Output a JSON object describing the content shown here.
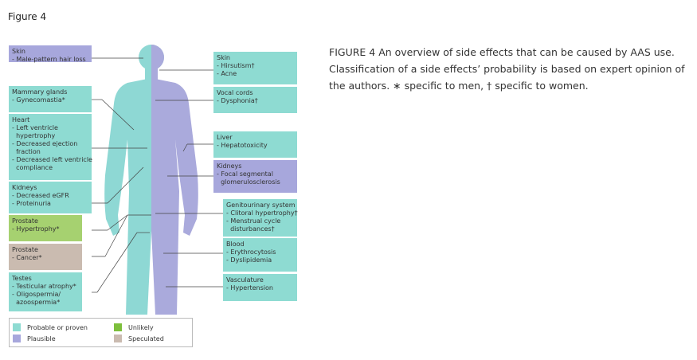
{
  "figure_label": "Figure 4",
  "colors": {
    "probable": "#8edbd2",
    "plausible": "#a7a7dc",
    "unlikely": "#a6d170",
    "speculated": "#cabbb0"
  },
  "left_boxes": [
    {
      "title": "Skin",
      "items": [
        "- Male-pattern hair loss"
      ]
    },
    {
      "title": "Mammary glands",
      "items": [
        "- Gynecomastia*"
      ]
    },
    {
      "title": "Heart",
      "items": [
        "- Left ventricle\n  hypertrophy",
        "- Decreased ejection\n  fraction",
        "- Decreased left ventricle\n  compliance"
      ]
    },
    {
      "title": "Kidneys",
      "items": [
        "- Decreased eGFR",
        "- Proteinuria"
      ]
    },
    {
      "title": "Prostate",
      "items": [
        "- Hypertrophy*"
      ]
    },
    {
      "title": "Prostate",
      "items": [
        "- Cancer*"
      ]
    },
    {
      "title": "Testes",
      "items": [
        "- Testicular atrophy*",
        "- Oligospermia/\n  azoospermia*"
      ]
    }
  ],
  "right_boxes": [
    {
      "title": "Skin",
      "items": [
        "- Hirsutism†",
        "- Acne"
      ]
    },
    {
      "title": "Vocal cords",
      "items": [
        "- Dysphonia†"
      ]
    },
    {
      "title": "Liver",
      "items": [
        "- Hepatotoxicity"
      ]
    },
    {
      "title": "Kidneys",
      "items": [
        "- Focal segmental\n  glomerulosclerosis"
      ]
    },
    {
      "title": "Genitourinary system",
      "items": [
        "- Clitoral hypertrophy†",
        "- Menstrual cycle\n  disturbances†"
      ]
    },
    {
      "title": "Blood",
      "items": [
        "- Erythrocytosis",
        "- Dyslipidemia"
      ]
    },
    {
      "title": "Vasculature",
      "items": [
        "- Hypertension"
      ]
    }
  ],
  "legend": {
    "probable": "Probable or proven",
    "plausible": "Plausible",
    "unlikely": "Unlikely",
    "speculated": "Speculated"
  },
  "caption": "FIGURE 4 An overview of side effects that can be caused by AAS use. Classification of a side effects’ probability is based on expert opinion of the authors. ∗ specific to men, † specific to women."
}
